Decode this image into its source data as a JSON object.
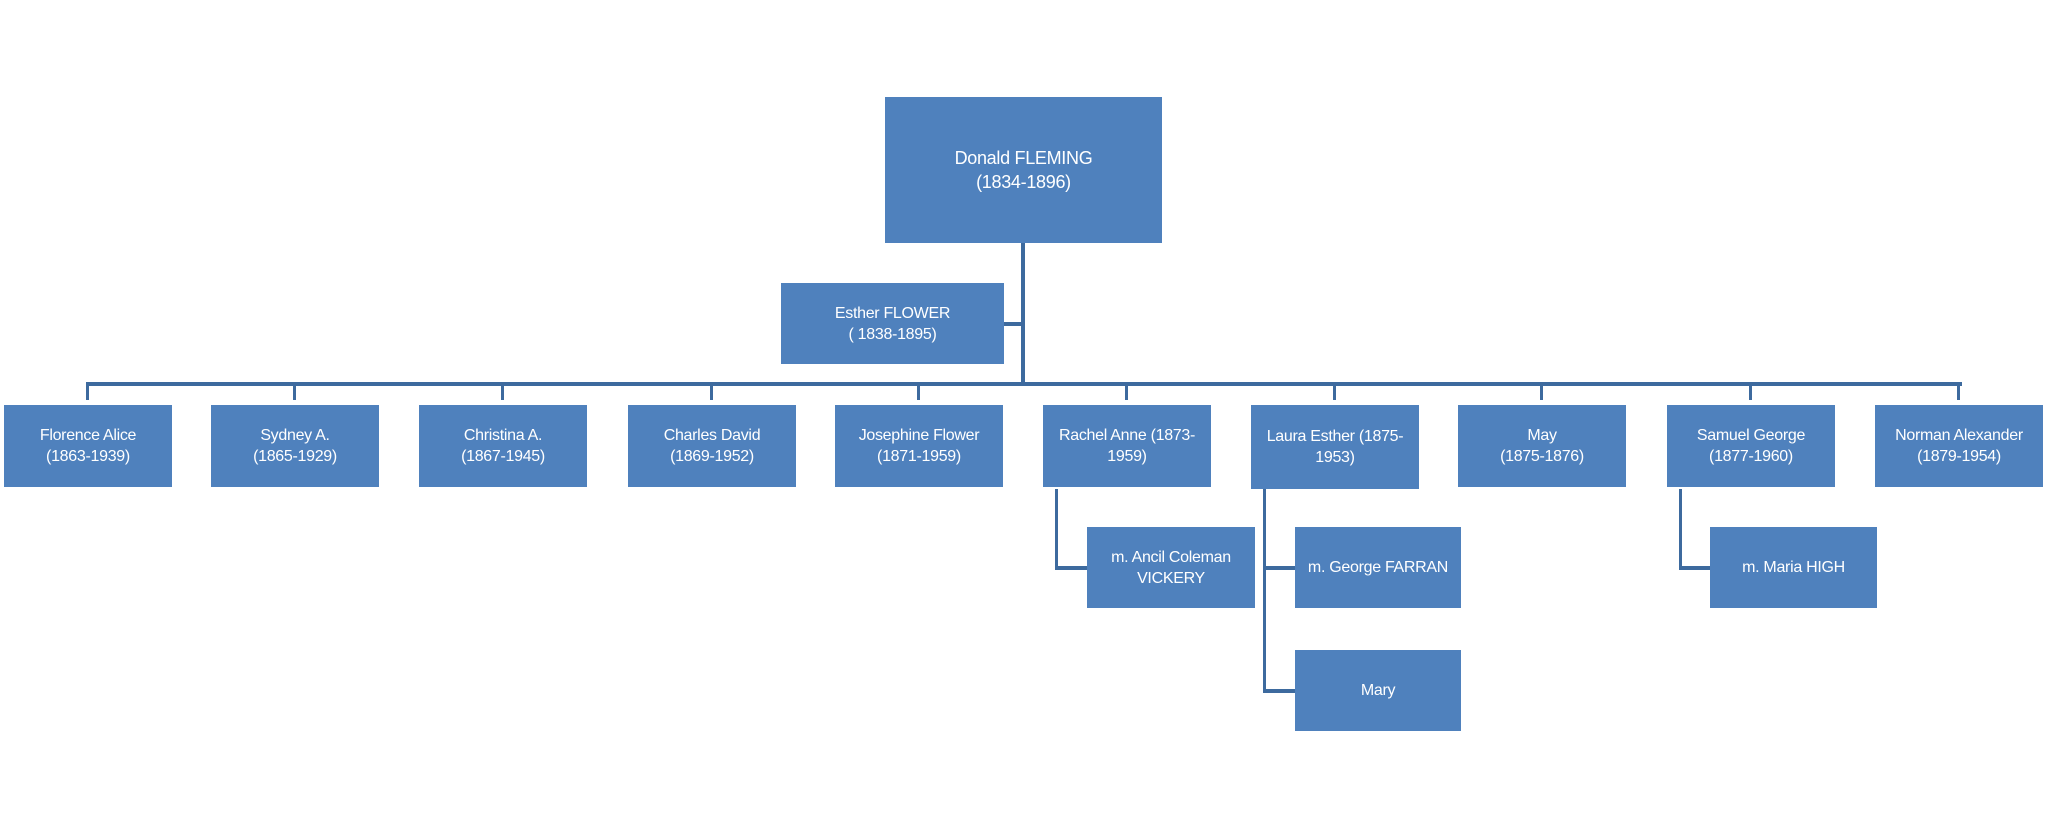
{
  "root": {
    "name": "Donald FLEMING",
    "dates": "(1834-1896)"
  },
  "spouse": {
    "name": "Esther FLOWER",
    "dates": "( 1838-1895)"
  },
  "children": [
    {
      "label": "Florence Alice\n(1863-1939)"
    },
    {
      "label": "Sydney A.\n(1865-1929)"
    },
    {
      "label": "Christina A.\n(1867-1945)"
    },
    {
      "label": "Charles David\n(1869-1952)"
    },
    {
      "label": "Josephine Flower\n(1871-1959)"
    },
    {
      "label": "Rachel Anne (1873-\n1959)"
    },
    {
      "label": "Laura Esther (1875-\n1953)"
    },
    {
      "label": "May\n(1875-1876)"
    },
    {
      "label": "Samuel George\n(1877-1960)"
    },
    {
      "label": "Norman Alexander\n(1879-1954)"
    }
  ],
  "sub": {
    "rachel_spouse": "m. Ancil Coleman\nVICKERY",
    "laura_spouse": "m. George FARRAN",
    "laura_child": "Mary",
    "samuel_spouse": "m. Maria HIGH"
  },
  "colors": {
    "box": "#4F81BD",
    "line": "#3D6A9E"
  }
}
